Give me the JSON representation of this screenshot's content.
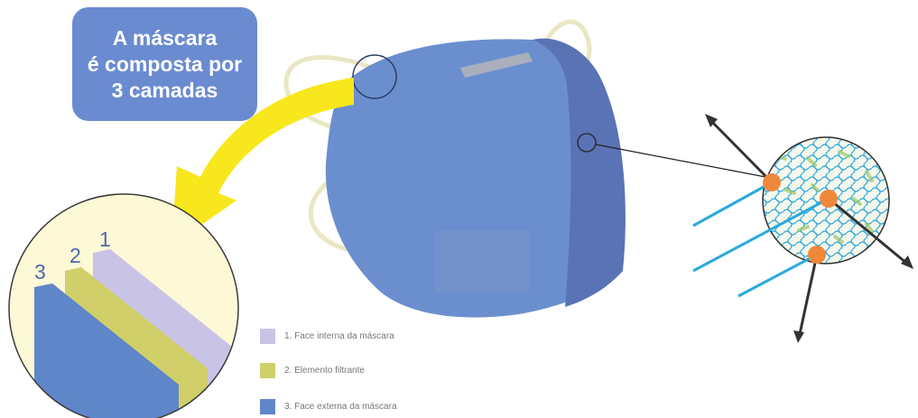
{
  "callout": {
    "text": "A máscara\né composta por\n3 camadas"
  },
  "layer_numbers": [
    "1",
    "2",
    "3"
  ],
  "legend": [
    {
      "label": "1. Face interna da máscara",
      "color": "#c9c4e6"
    },
    {
      "label": "2. Elemento filtrante",
      "color": "#d0cf6a"
    },
    {
      "label": "3. Face externa da máscara",
      "color": "#5f86c9"
    }
  ],
  "colors": {
    "mask_front": "#6b8fce",
    "mask_side": "#5a74b4",
    "arrow_yellow": "#f8e71c",
    "strap": "#e8e6bf",
    "zoom_bg": "#fdf8d6",
    "filter_mesh": "#33aadd",
    "particle": "#f0883a",
    "particle_line": "#2aa9dd"
  },
  "icons": [
    "arrow-icon",
    "particle-icon"
  ]
}
